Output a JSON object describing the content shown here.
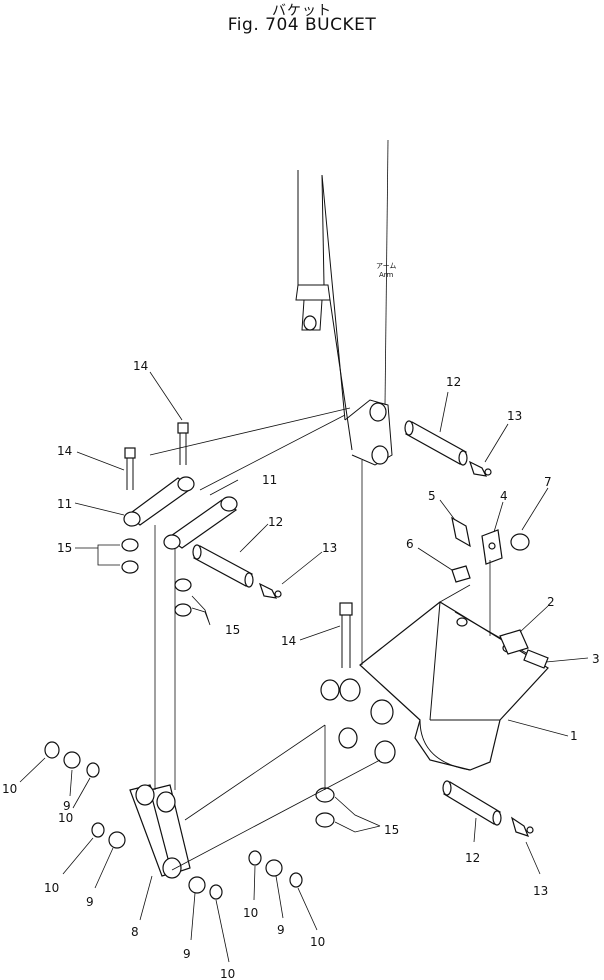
{
  "header": {
    "title_jp": "バケット",
    "title_en": "Fig. 704  BUCKET"
  },
  "arm_label": {
    "jp": "アーム",
    "en": "Arm"
  },
  "callouts": [
    {
      "id": "c-14a",
      "text": "14"
    },
    {
      "id": "c-14b",
      "text": "14"
    },
    {
      "id": "c-11a",
      "text": "11"
    },
    {
      "id": "c-11b",
      "text": "11"
    },
    {
      "id": "c-15a",
      "text": "15"
    },
    {
      "id": "c-15b",
      "text": "15"
    },
    {
      "id": "c-12a",
      "text": "12"
    },
    {
      "id": "c-13a",
      "text": "13"
    },
    {
      "id": "c-12b",
      "text": "12"
    },
    {
      "id": "c-13b",
      "text": "13"
    },
    {
      "id": "c-5",
      "text": "5"
    },
    {
      "id": "c-4",
      "text": "4"
    },
    {
      "id": "c-7",
      "text": "7"
    },
    {
      "id": "c-6",
      "text": "6"
    },
    {
      "id": "c-2",
      "text": "2"
    },
    {
      "id": "c-3",
      "text": "3"
    },
    {
      "id": "c-14c",
      "text": "14"
    },
    {
      "id": "c-1",
      "text": "1"
    },
    {
      "id": "c-15c",
      "text": "15"
    },
    {
      "id": "c-12c",
      "text": "12"
    },
    {
      "id": "c-13c",
      "text": "13"
    },
    {
      "id": "c-10a",
      "text": "10"
    },
    {
      "id": "c-9a",
      "text": "9"
    },
    {
      "id": "c-10b",
      "text": "10"
    },
    {
      "id": "c-10c",
      "text": "10"
    },
    {
      "id": "c-9b",
      "text": "9"
    },
    {
      "id": "c-8",
      "text": "8"
    },
    {
      "id": "c-9c",
      "text": "9"
    },
    {
      "id": "c-10d",
      "text": "10"
    },
    {
      "id": "c-10e",
      "text": "10"
    },
    {
      "id": "c-9d",
      "text": "9"
    },
    {
      "id": "c-10f",
      "text": "10"
    }
  ]
}
